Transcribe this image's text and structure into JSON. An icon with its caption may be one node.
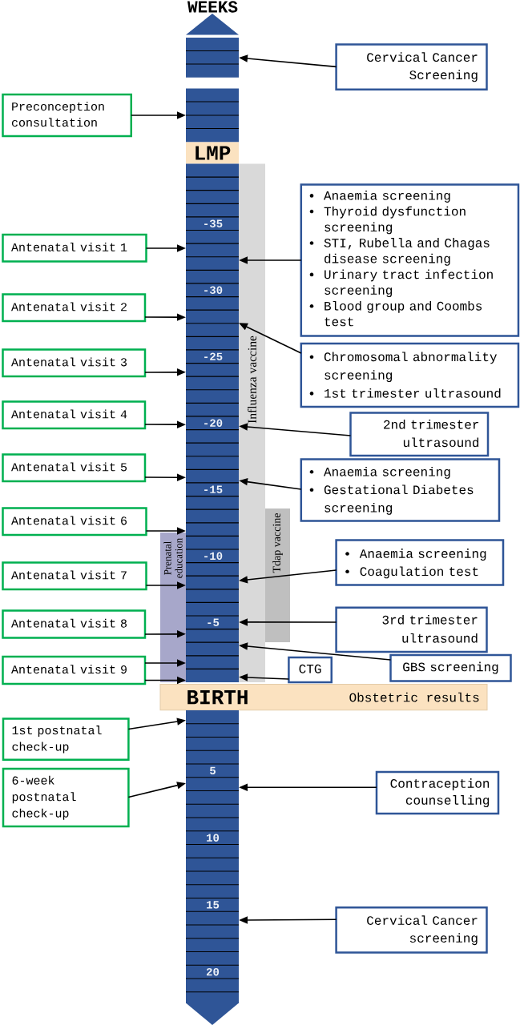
{
  "diagram": {
    "nodes": [
      {
        "text": [],
        "shape": "bar"
      },
      {
        "text": [
          "Cervical Cancer Screening"
        ]
      },
      {
        "text": [],
        "shape": "bar"
      },
      {
        "text": [
          "Preconception consultation"
        ]
      },
      {
        "text": [
          "LMP"
        ]
      },
      {
        "text": [],
        "shape": "bar"
      },
      {
        "text": [
          "Anaemia screening",
          "Thyroid dysfunction screening",
          "STI, Rubella and Chagas disease screening",
          "Urinary tract infection screening",
          "Blood group and Coombs test"
        ]
      },
      {
        "text": [
          "Antenatal visit 1"
        ]
      },
      {
        "text": [
          "Antenatal visit 2"
        ]
      },
      {
        "text": [
          "Chromosomal abnormality screening",
          "1st trimester ultrasound"
        ]
      },
      {
        "text": [
          "Antenatal visit 3"
        ]
      },
      {
        "text": [
          "Antenatal visit 4"
        ]
      },
      {
        "text": [
          "2nd trimester ultrasound"
        ]
      },
      {
        "text": [
          "Antenatal visit 5"
        ]
      },
      {
        "text": [
          "Anaemia screening",
          "Gestational Diabetes screening"
        ]
      },
      {
        "text": [
          "Antenatal visit 6"
        ]
      },
      {
        "text": [
          "Anaemia screening",
          "Coagulation test"
        ]
      },
      {
        "text": [
          "Antenatal visit 7"
        ]
      },
      {
        "text": [
          "Antenatal visit 8"
        ]
      },
      {
        "text": [
          "3rd trimester ultrasound"
        ]
      },
      {
        "text": [
          "Antenatal visit 9"
        ]
      },
      {
        "text": [
          "CTG"
        ]
      },
      {
        "text": [
          "GBS screening"
        ]
      },
      {
        "text": [
          "BIRTH",
          "Obstetric results"
        ]
      },
      {
        "text": [],
        "shape": "bar"
      },
      {
        "text": [
          "1st postnatal check-up"
        ]
      },
      {
        "text": [
          "6-week postnatal check-up"
        ]
      },
      {
        "text": [
          "Contraception counselling"
        ]
      },
      {
        "text": [
          "Cervical Cancer screening"
        ]
      }
    ],
    "edges": [
      {
        "from": 1,
        "to": 0,
        "arrow": "to"
      },
      {
        "from": 3,
        "to": 2,
        "arrow": "to"
      },
      {
        "from": 6,
        "to": 5,
        "arrow": "to"
      },
      {
        "from": 7,
        "to": 5,
        "arrow": "to"
      },
      {
        "from": 8,
        "to": 5,
        "arrow": "to"
      },
      {
        "from": 9,
        "to": 5,
        "arrow": "to"
      },
      {
        "from": 10,
        "to": 5,
        "arrow": "to"
      },
      {
        "from": 11,
        "to": 5,
        "arrow": "to"
      },
      {
        "from": 12,
        "to": 5,
        "arrow": "to"
      },
      {
        "from": 13,
        "to": 5,
        "arrow": "to"
      },
      {
        "from": 14,
        "to": 5,
        "arrow": "to"
      },
      {
        "from": 15,
        "to": 5,
        "arrow": "to"
      },
      {
        "from": 16,
        "to": 5,
        "arrow": "to"
      },
      {
        "from": 17,
        "to": 5,
        "arrow": "to"
      },
      {
        "from": 18,
        "to": 5,
        "arrow": "to"
      },
      {
        "from": 19,
        "to": 5,
        "arrow": "to"
      },
      {
        "from": 20,
        "to": 5,
        "arrow": "to"
      },
      {
        "from": 21,
        "to": 5,
        "arrow": "to"
      },
      {
        "from": 22,
        "to": 5,
        "arrow": "to"
      },
      {
        "from": 20,
        "to": 5,
        "arrow": "to"
      },
      {
        "from": 25,
        "to": 24,
        "arrow": "to"
      },
      {
        "from": 26,
        "to": 24,
        "arrow": "to"
      },
      {
        "from": 27,
        "to": 24,
        "arrow": "to"
      },
      {
        "from": 28,
        "to": 24,
        "arrow": "to"
      }
    ],
    "labels": [
      "WEEKS",
      "-35",
      "-30",
      "-25",
      "Influenza vaccine",
      "-20",
      "-15",
      "Tdap vaccine",
      "Prenatal education",
      "-10",
      "-5",
      "5",
      "10",
      "15",
      "20"
    ]
  }
}
